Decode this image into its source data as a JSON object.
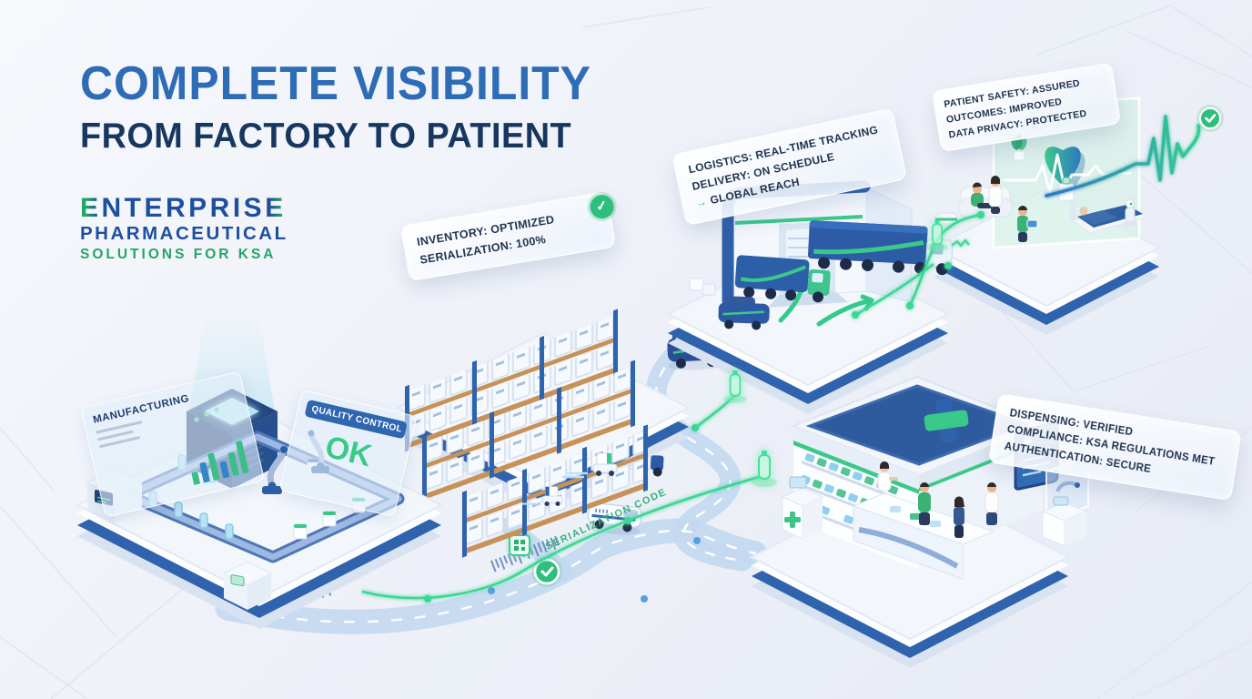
{
  "header": {
    "title_line1": "COMPLETE VISIBILITY",
    "title_line2": "FROM FACTORY TO PATIENT"
  },
  "logo": {
    "line1": "ENTERPRISE",
    "line2": "PHARMACEUTICAL",
    "line3": "SOLUTIONS FOR KSA"
  },
  "cards": {
    "inventory": {
      "line1": "INVENTORY: OPTIMIZED",
      "line2": "SERIALIZATION: 100%",
      "icon": "check-circle"
    },
    "logistics": {
      "line1": "LOGISTICS: REAL-TIME TRACKING",
      "line2": "DELIVERY: ON SCHEDULE",
      "line3": "GLOBAL REACH",
      "icon": "arrow-right"
    },
    "patient": {
      "line1": "PATIENT SAFETY: ASSURED",
      "line2": "OUTCOMES: IMPROVED",
      "line3": "DATA PRIVACY: PROTECTED"
    },
    "dispensing": {
      "line1": "DISPENSING: VERIFIED",
      "line2": "COMPLIANCE: KSA REGULATIONS MET",
      "line3": "AUTHENTICATION: SECURE"
    }
  },
  "factory": {
    "panel_label": "MANUFACTURING",
    "qc_label": "QUALITY CONTROL",
    "qc_status": "OK"
  },
  "route": {
    "label": "SERIALIZATION CODE"
  },
  "icons": {
    "check": "✓",
    "arrow_right": "→"
  },
  "colors": {
    "title_blue": "#2e6cb5",
    "navy": "#17375f",
    "brand_blue": "#1d4f9e",
    "brand_green": "#27a566",
    "accent_green": "#2fbe7d",
    "platform_blue": "#2f63ad",
    "road_blue": "#c3d8ef"
  }
}
